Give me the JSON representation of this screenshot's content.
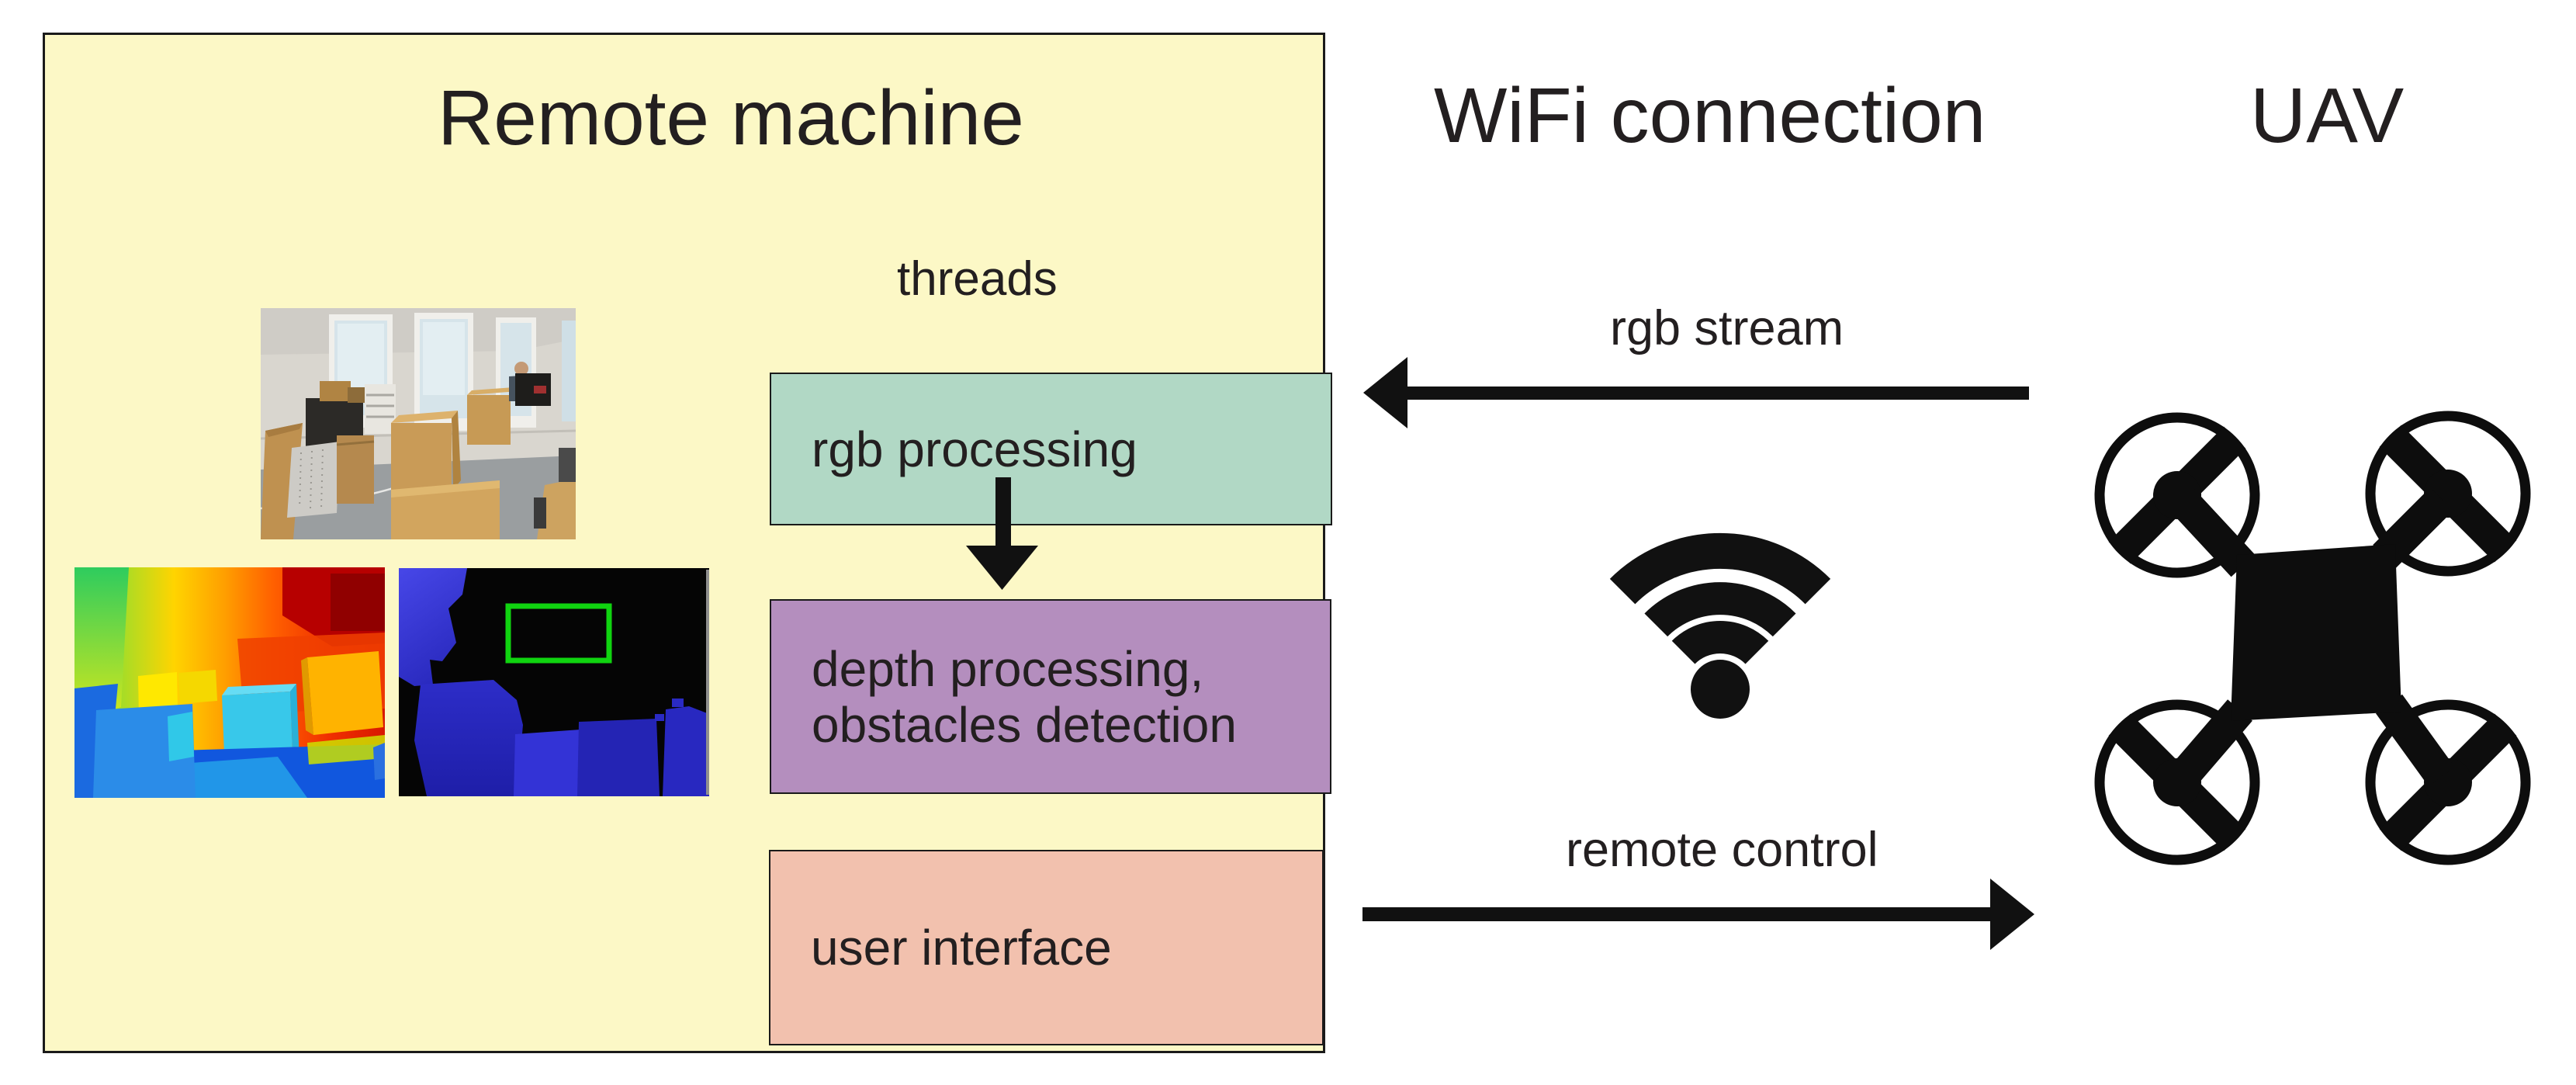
{
  "panel": {
    "title": "Remote machine",
    "threads_label": "threads",
    "background_color": "#FCF8C6",
    "thread_boxes": [
      {
        "label": "rgb processing",
        "color": "#B1D8C5"
      },
      {
        "line1": "depth processing,",
        "line2": "obstacles detection",
        "color": "#B48EBE"
      },
      {
        "label": "user interface",
        "color": "#F2C1AE"
      }
    ],
    "images": [
      {
        "name": "rgb-camera-photo",
        "description": "office room rgb frame"
      },
      {
        "name": "depth-map-image",
        "description": "jet colormap depth frame"
      },
      {
        "name": "obstacle-map-image",
        "description": "thresholded obstacle frame with green detection rectangle"
      }
    ]
  },
  "wifi": {
    "title": "WiFi connection",
    "streams": [
      {
        "label": "rgb stream",
        "direction": "left"
      },
      {
        "label": "remote control",
        "direction": "right"
      }
    ]
  },
  "uav": {
    "title": "UAV"
  },
  "colors": {
    "panel_background": "#FCF8C6",
    "rgb_box": "#B1D8C5",
    "depth_box": "#B48EBE",
    "ui_box": "#F2C1AE",
    "text": "#231F20",
    "arrow": "#111111",
    "detection_green": "#10D410"
  }
}
